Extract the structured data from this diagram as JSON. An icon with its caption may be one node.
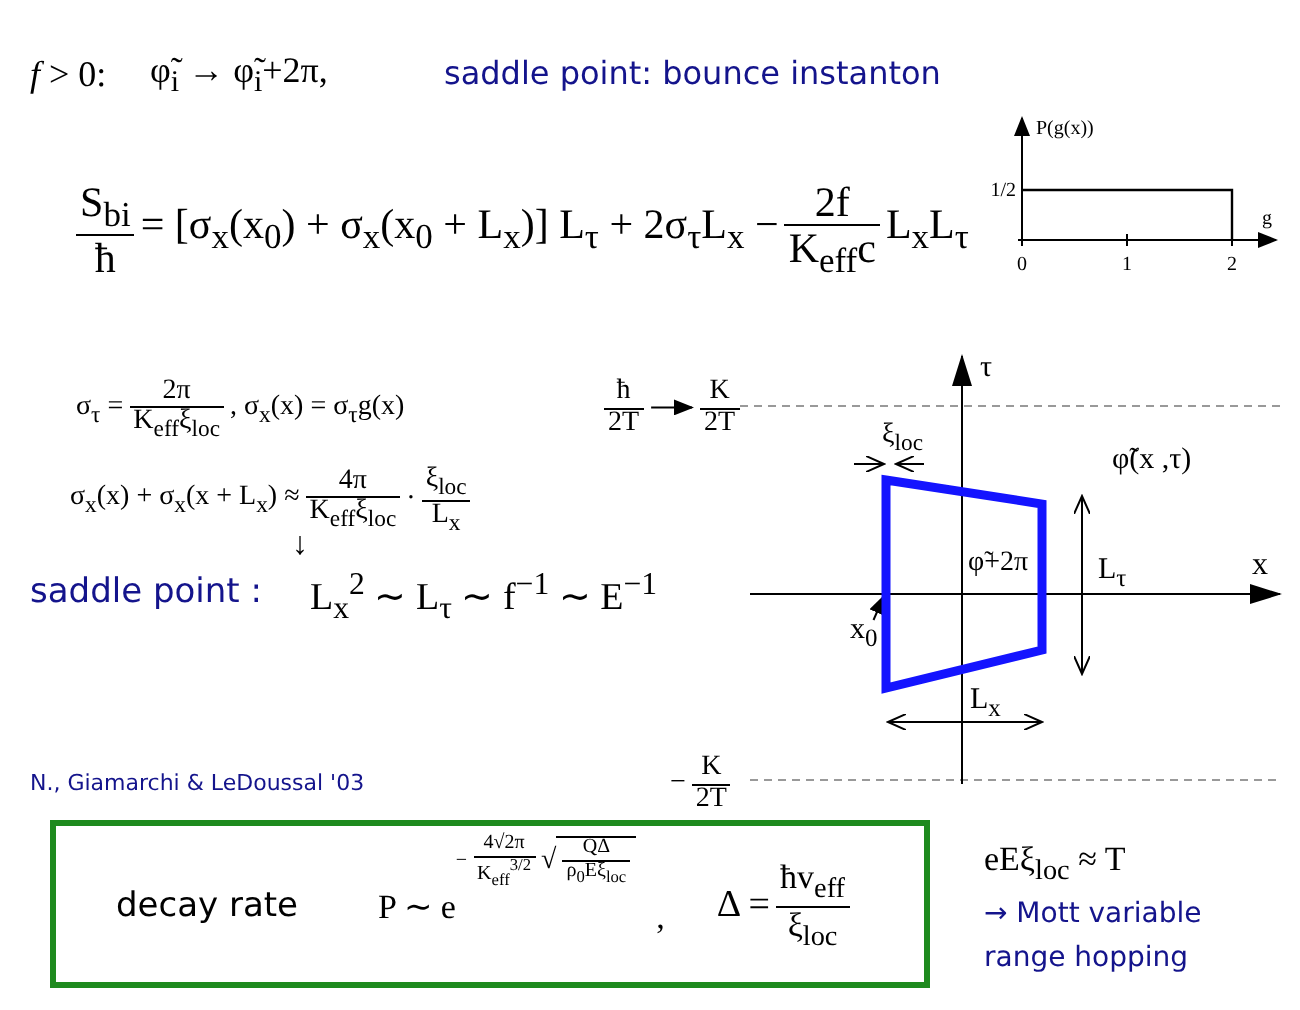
{
  "diagram": {
    "nodes": [
      {
        "text": [
          "φ̃+2π"
        ]
      },
      {
        "text": [
          "x$_{0}$"
        ]
      },
      {
        "text": [
          "ħ",
          "2T"
        ]
      },
      {
        "text": [
          "K",
          "2T"
        ]
      },
      {
        "text": [
          "decay rate",
          "P ∼ e",
          "−",
          "4√2π",
          "K$_{eff}$$^{3/2}$",
          "√",
          "QΔ",
          "ρ$_{0}$Eξ$_{loc}$",
          ",",
          "Δ =",
          "ħv$_{eff}$",
          "ξ$_{loc}$"
        ]
      }
    ],
    "edges": [
      {
        "from": 1,
        "to": 0,
        "arrow": "to"
      },
      {
        "from": 2,
        "to": 3,
        "arrow": "to"
      }
    ],
    "labels": [
      "*f* > 0:",
      "φ̃$_{i}$ → φ̃$_{i}$+2π,",
      "saddle point: bounce instanton",
      "S$_{bi}$",
      "ħ",
      "= [σ$_{x}$(x$_{0}$) + σ$_{x}$(x$_{0}$ + L$_{x}$)] L$_{τ}$ + 2σ$_{τ}$L$_{x}$ −",
      "2f",
      "K$_{eff}$c",
      "L$_{x}$L$_{τ}$",
      "σ$_{τ}$ =",
      "2π",
      "K$_{eff}$ξ$_{loc}$",
      ",   σ$_{x}$(x) = σ$_{τ}$g(x)",
      "σ$_{x}$(x) + σ$_{x}$(x + L$_{x}$) ≈",
      "4π",
      "K$_{eff}$ξ$_{loc}$",
      "·",
      "ξ$_{loc}$",
      "L$_{x}$",
      "↓",
      "saddle point :",
      "L$_{x}$$^{2}$ ∼ L$_{τ}$ ∼ f$^{−1}$ ∼ E$^{−1}$",
      "τ",
      "x",
      "ξ$_{loc}$",
      "φ̃(x ,τ)",
      "L$_{τ}$",
      "L$_{x}$",
      "−",
      "K",
      "2T",
      "N., Giamarchi & LeDoussal '03",
      "eEξ$_{loc}$ ≈ T",
      "→ Mott variable range hopping",
      "P(g(x))",
      "1/2",
      "g",
      "0",
      "1",
      "2"
    ]
  }
}
